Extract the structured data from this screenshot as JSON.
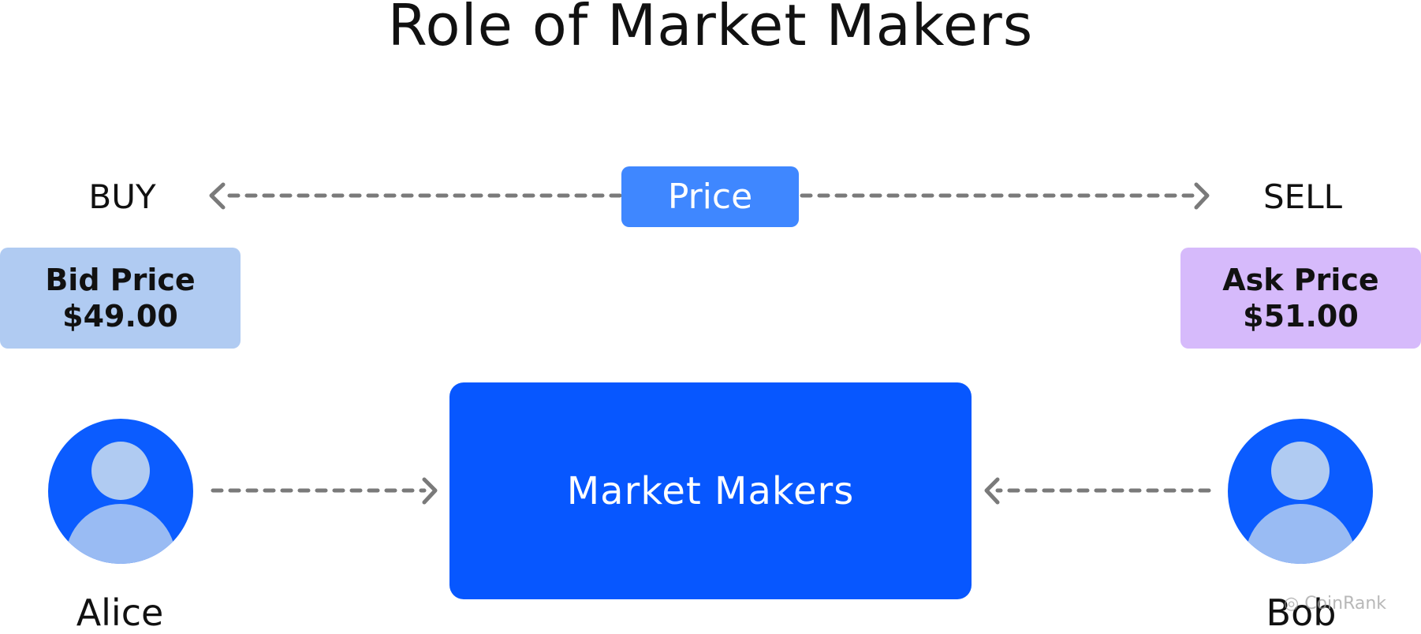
{
  "title": "Role of Market Makers",
  "buy_label": "BUY",
  "sell_label": "SELL",
  "price_label": "Price",
  "bid": {
    "label": "Bid Price",
    "value": "$49.00"
  },
  "ask": {
    "label": "Ask Price",
    "value": "$51.00"
  },
  "market_makers_label": "Market Makers",
  "alice_name": "Alice",
  "bob_name": "Bob",
  "watermark": "CoinRank",
  "colors": {
    "price_box": "#3f87ff",
    "bid_box": "#b0cbf2",
    "ask_box": "#d6bafb",
    "market_makers_box": "#0757ff",
    "avatar_circle": "#0b5cff",
    "avatar_figure": "#b0cbf2",
    "arrow": "#7a7a7a"
  }
}
